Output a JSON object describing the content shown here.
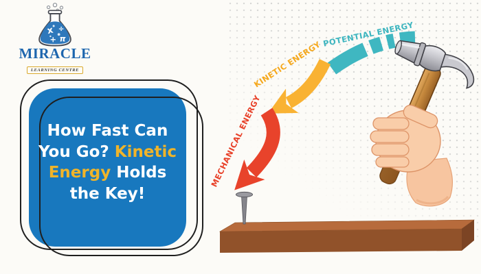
{
  "page": {
    "background_color": "#fcfbf7"
  },
  "logo": {
    "brand": "MIRACLE",
    "tagline": "LEARNING CENTRE",
    "brand_color": "#1d66ae",
    "flask_liquid_color": "#2e78bb",
    "flask_symbols": [
      "x",
      "÷",
      "+",
      "π"
    ]
  },
  "card": {
    "text_before": "How Fast Can You Go? ",
    "highlight": "Kinetic Energy",
    "text_after": " Holds the Key!",
    "background_color": "#1878be",
    "text_color": "#ffffff",
    "highlight_color": "#f0b429"
  },
  "diagram": {
    "potential_label": "POTENTIAL ENERGY",
    "potential_color": "#3db5bf",
    "kinetic_label": "KINETIC ENERGY",
    "kinetic_color": "#f5a81c",
    "mechanical_label": "MECHANICAL ENERGY",
    "mechanical_color": "#e8432b",
    "illustration_icons": [
      "hammer-in-hand-icon",
      "nail-icon",
      "wood-plank-icon",
      "energy-arc-icon"
    ]
  }
}
